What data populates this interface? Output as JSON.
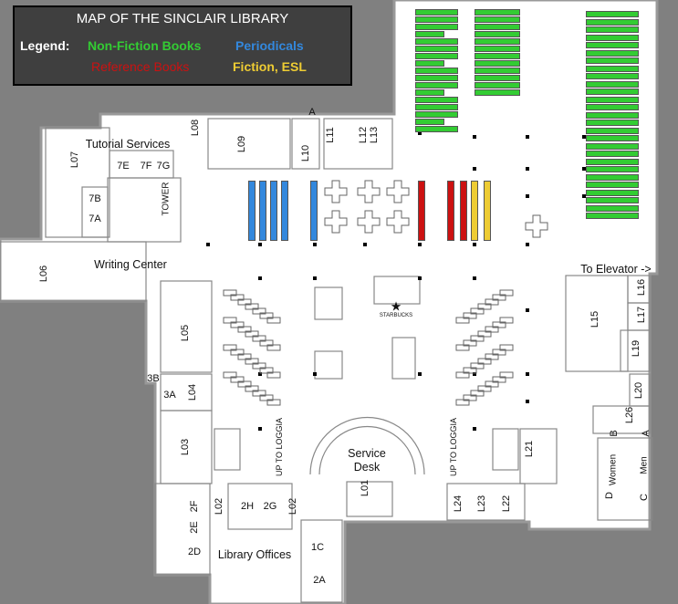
{
  "title": "MAP OF THE SINCLAIR LIBRARY",
  "legend": {
    "label": "Legend:",
    "items": [
      {
        "label": "Non-Fiction Books",
        "color": "#33cc33"
      },
      {
        "label": "Periodicals",
        "color": "#3388dd"
      },
      {
        "label": "Reference Books",
        "color": "#cc1111"
      },
      {
        "label": "Fiction, ESL",
        "color": "#eecc33"
      }
    ]
  },
  "areas": {
    "tutorial": "Tutorial Services",
    "writing": "Writing Center",
    "elevator": "To Elevator ->",
    "offices": "Library Offices",
    "service1": "Service",
    "service2": "Desk",
    "loggia": "UP TO LOGGIA",
    "starbucks": "STARBUCKS",
    "tower": "TOWER",
    "women": "Women",
    "men": "Men"
  },
  "rooms": [
    "L07",
    "7E",
    "7F",
    "7G",
    "7B",
    "7A",
    "L08",
    "L09",
    "L10",
    "A",
    "L11",
    "L12",
    "L13",
    "L06",
    "L05",
    "3B",
    "3A",
    "L04",
    "L03",
    "L02",
    "2H",
    "2G",
    "L02",
    "2F",
    "2E",
    "2D",
    "1C",
    "2A",
    "L01",
    "L24",
    "L23",
    "L22",
    "L21",
    "L15",
    "L16",
    "L17",
    "L19",
    "L20",
    "L26",
    "A",
    "B",
    "D",
    "C"
  ]
}
